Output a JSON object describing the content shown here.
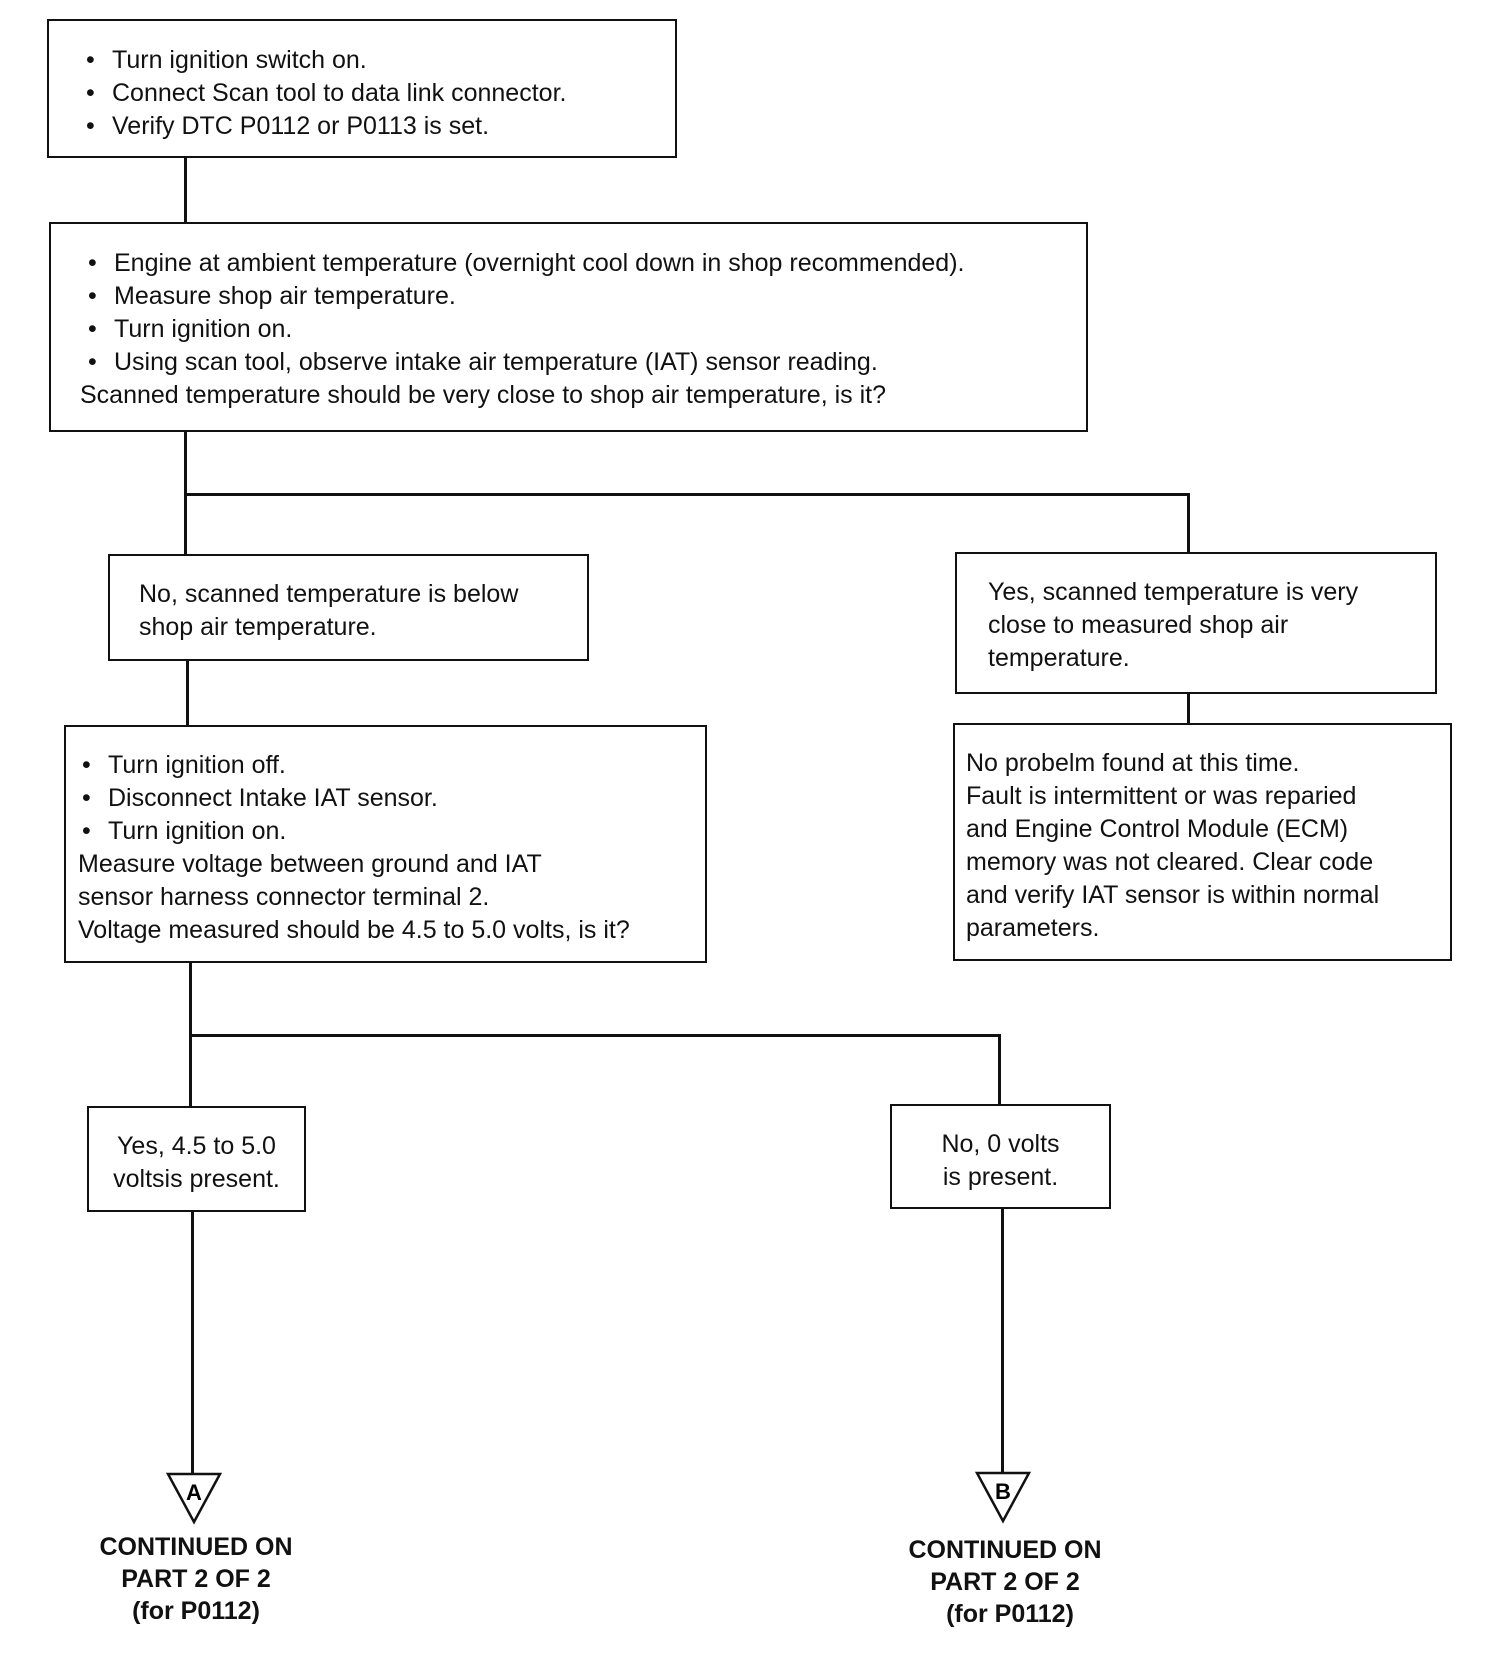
{
  "box_start": {
    "items": [
      "Turn ignition switch on.",
      "Connect Scan tool to data link connector.",
      "Verify DTC P0112 or P0113 is set."
    ]
  },
  "box_check_temp": {
    "items": [
      "Engine at ambient temperature (overnight cool down in shop recommended).",
      "Measure shop air temperature.",
      "Turn ignition on.",
      "Using scan tool, observe intake air temperature (IAT) sensor reading."
    ],
    "question": "Scanned temperature should be very close to shop air temperature, is it?"
  },
  "box_no_below": {
    "lines": [
      "No, scanned temperature is below",
      "shop air temperature."
    ]
  },
  "box_yes_close": {
    "lines": [
      "Yes, scanned temperature is very",
      "close to measured shop air",
      "temperature."
    ]
  },
  "box_measure_voltage": {
    "items": [
      "Turn ignition off.",
      "Disconnect Intake IAT sensor.",
      "Turn ignition on."
    ],
    "lines": [
      "Measure voltage between ground and IAT",
      "sensor harness connector terminal 2.",
      "Voltage measured should be 4.5 to 5.0 volts, is it?"
    ]
  },
  "box_no_problem": {
    "lines": [
      "No probelm found at this time.",
      "Fault is intermittent or was reparied",
      "and Engine Control Module (ECM)",
      "memory was not cleared. Clear code",
      "and verify IAT sensor is within normal",
      "parameters."
    ]
  },
  "box_yes_volts": {
    "lines": [
      "Yes, 4.5 to 5.0",
      "voltsis present."
    ]
  },
  "box_no_volts": {
    "lines": [
      "No, 0 volts",
      "is present."
    ]
  },
  "connector_a": {
    "letter": "A",
    "label_lines": [
      "CONTINUED ON",
      "PART 2 OF 2",
      "(for P0112)"
    ]
  },
  "connector_b": {
    "letter": "B",
    "label_lines": [
      "CONTINUED ON",
      "PART 2 OF 2",
      "(for P0112)"
    ]
  }
}
